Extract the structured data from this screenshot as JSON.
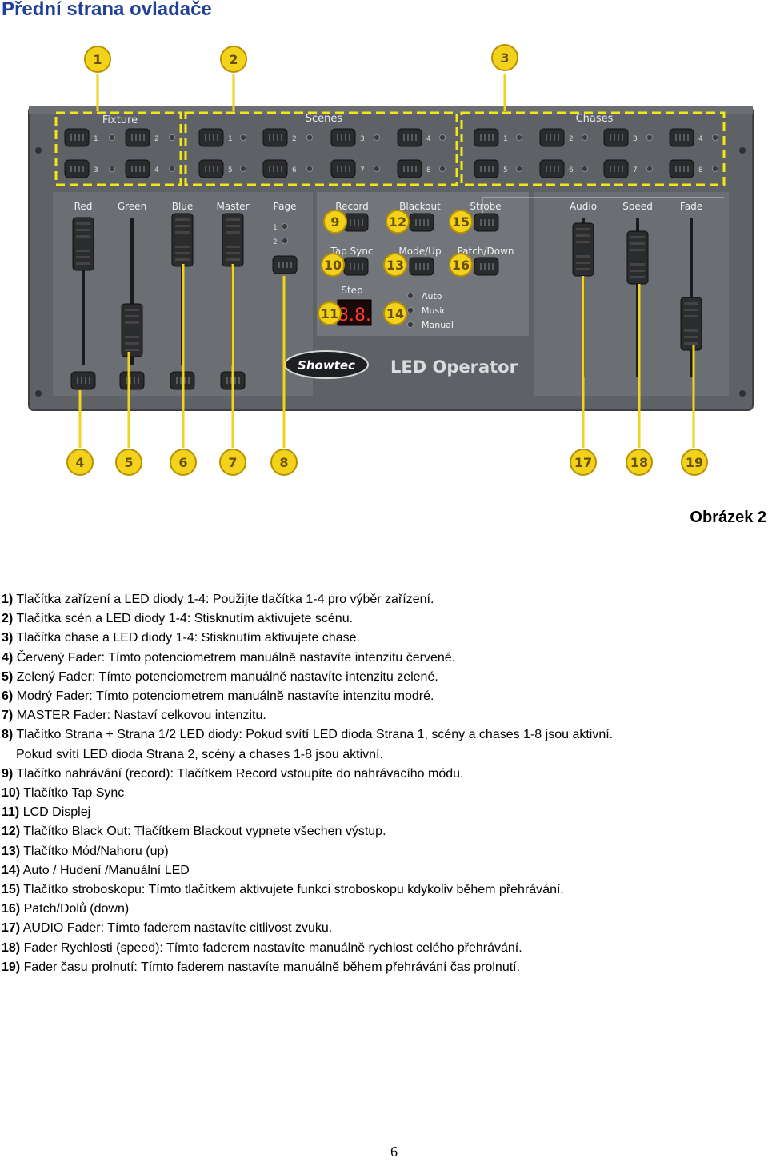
{
  "page": {
    "heading": "Přední strana ovladače",
    "caption": "Obrázek 2",
    "page_number": "6"
  },
  "figure": {
    "brand": "Showtec",
    "product": "LED Operator",
    "sections": {
      "fixture": "Fixture",
      "scenes": "Scenes",
      "chases": "Chases"
    },
    "faders": {
      "red": "Red",
      "green": "Green",
      "blue": "Blue",
      "master": "Master",
      "page": "Page",
      "audio": "Audio",
      "speed": "Speed",
      "fade": "Fade"
    },
    "buttons": {
      "record": "Record",
      "blackout": "Blackout",
      "strobe": "Strobe",
      "tap_sync": "Tap Sync",
      "mode_up": "Mode/Up",
      "patch_down": "Patch/Down",
      "step": "Step"
    },
    "modes": {
      "auto": "Auto",
      "music": "Music",
      "manual": "Manual"
    },
    "page_leds": [
      "1",
      "2"
    ],
    "button_numbers": [
      "1",
      "2",
      "3",
      "4",
      "5",
      "6",
      "7",
      "8"
    ],
    "display": "8.8.",
    "callouts": {
      "c1": "1",
      "c2": "2",
      "c3": "3",
      "c4": "4",
      "c5": "5",
      "c6": "6",
      "c7": "7",
      "c8": "8",
      "c9": "9",
      "c10": "10",
      "c11": "11",
      "c12": "12",
      "c13": "13",
      "c14": "14",
      "c15": "15",
      "c16": "16",
      "c17": "17",
      "c18": "18",
      "c19": "19"
    },
    "colors": {
      "callout": "#f2d21a",
      "callout_border": "#b89000",
      "panel": "#5e6166",
      "inner_panel": "#72767b"
    }
  },
  "items": [
    {
      "num": "1)",
      "text": "Tlačítka zařízení a LED diody 1-4: Použijte tlačítka 1-4 pro výběr zařízení."
    },
    {
      "num": "2)",
      "text": "Tlačítka scén a LED diody 1-4: Stisknutím aktivujete scénu."
    },
    {
      "num": "3)",
      "text": "Tlačítka chase a LED diody 1-4: Stisknutím aktivujete chase."
    },
    {
      "num": "4)",
      "text": "Červený Fader: Tímto potenciometrem manuálně nastavíte intenzitu červené."
    },
    {
      "num": "5)",
      "text": "Zelený Fader: Tímto potenciometrem manuálně nastavíte intenzitu zelené."
    },
    {
      "num": "6)",
      "text": "Modrý Fader: Tímto potenciometrem manuálně nastavíte intenzitu modré."
    },
    {
      "num": "7)",
      "text": "MASTER Fader: Nastaví celkovou intenzitu."
    },
    {
      "num": "8)",
      "text": "Tlačítko Strana + Strana 1/2 LED diody: Pokud svítí LED dioda Strana 1, scény a chases 1-8 jsou aktivní.",
      "cont": "Pokud svítí LED dioda Strana 2, scény a chases 1-8 jsou aktivní."
    },
    {
      "num": "9)",
      "text": "Tlačítko nahrávání (record): Tlačítkem Record vstoupíte do nahrávacího módu."
    },
    {
      "num": "10)",
      "text": "Tlačítko Tap Sync"
    },
    {
      "num": "11)",
      "text": "LCD Displej"
    },
    {
      "num": "12)",
      "text": "Tlačítko Black Out: Tlačítkem Blackout vypnete všechen výstup."
    },
    {
      "num": "13)",
      "text": "Tlačítko Mód/Nahoru (up)"
    },
    {
      "num": "14)",
      "text": "Auto / Hudení /Manuální LED"
    },
    {
      "num": "15)",
      "text": "Tlačítko stroboskopu: Tímto tlačítkem aktivujete funkci stroboskopu kdykoliv během přehrávání."
    },
    {
      "num": "16)",
      "text": "Patch/Dolů (down)"
    },
    {
      "num": "17)",
      "text": "AUDIO Fader: Tímto faderem nastavíte citlivost zvuku."
    },
    {
      "num": "18)",
      "text": "Fader Rychlosti (speed): Tímto faderem nastavíte manuálně rychlost celého přehrávání."
    },
    {
      "num": "19)",
      "text": "Fader času prolnutí: Tímto faderem nastavíte manuálně během přehrávání čas prolnutí."
    }
  ]
}
